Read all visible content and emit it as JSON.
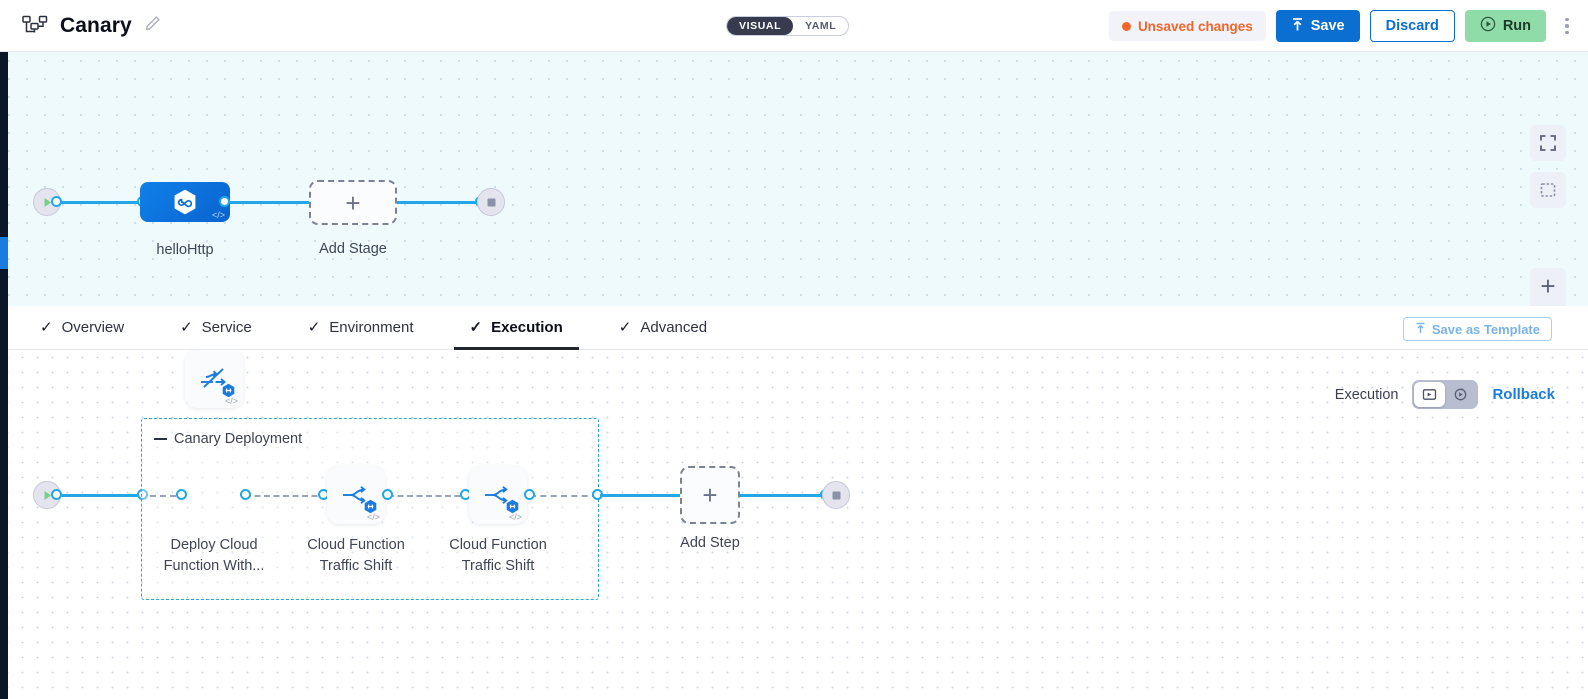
{
  "header": {
    "pipeline_icon": "pipeline-graph-icon",
    "title": "Canary",
    "edit_icon": "pencil-edit-icon",
    "mode_toggle": {
      "options": [
        "VISUAL",
        "YAML"
      ],
      "selected": "VISUAL"
    },
    "unsaved_label": "Unsaved changes",
    "unsaved_color": "#f4652b",
    "save_label": "Save",
    "save_icon": "upload-arrow-icon",
    "discard_label": "Discard",
    "run_label": "Run",
    "run_icon": "play-circle-icon",
    "more_icon": "kebab-menu-icon",
    "save_color": "#0a6fd1",
    "run_color": "#8fdca9"
  },
  "top_canvas": {
    "start_node": "start-play-node",
    "end_node": "end-stop-node",
    "stages": [
      {
        "label": "helloHttp",
        "icon": "harness-hexagon-icon",
        "type": "stage",
        "code_mark": "</>"
      }
    ],
    "add_stage_label": "Add Stage",
    "controls": {
      "fullscreen_icon": "fullscreen-expand-icon",
      "fit_icon": "fit-to-screen-icon",
      "zoom_in_icon": "zoom-in-icon",
      "zoom_out_icon": "zoom-out-icon"
    }
  },
  "tabs": {
    "items": [
      {
        "label": "Overview",
        "checked": true,
        "active": false
      },
      {
        "label": "Service",
        "checked": true,
        "active": false
      },
      {
        "label": "Environment",
        "checked": true,
        "active": false
      },
      {
        "label": "Execution",
        "checked": true,
        "active": true
      },
      {
        "label": "Advanced",
        "checked": true,
        "active": false
      }
    ],
    "check_glyph": "✓",
    "save_as_template_label": "Save as Template",
    "save_as_template_icon": "template-upload-icon"
  },
  "execution": {
    "label": "Execution",
    "toggle": [
      {
        "icon": "execution-view-icon",
        "active": true
      },
      {
        "icon": "rollback-view-icon",
        "active": false
      }
    ],
    "rollback_label": "Rollback",
    "rollback_color": "#1b7ce0",
    "stage_group": {
      "title": "Canary Deployment",
      "collapse_icon": "collapse-dash-icon",
      "steps": [
        {
          "label": "Deploy Cloud\nFunction With...",
          "icon": "deploy-cloud-function-icon",
          "badge": "step-config-badge",
          "code_mark": "</>"
        },
        {
          "label": "Cloud Function\nTraffic Shift",
          "icon": "traffic-shift-icon",
          "badge": "step-config-badge",
          "code_mark": "</>"
        },
        {
          "label": "Cloud Function\nTraffic Shift",
          "icon": "traffic-shift-icon",
          "badge": "step-config-badge",
          "code_mark": "</>"
        }
      ]
    },
    "add_step_label": "Add Step",
    "start_node": "start-play-node",
    "end_node": "end-stop-node"
  }
}
